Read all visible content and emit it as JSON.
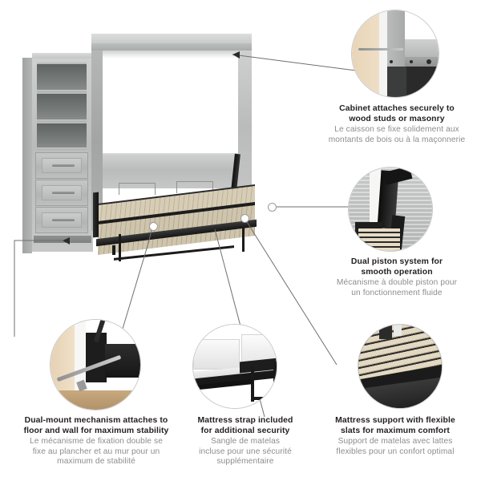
{
  "page": {
    "background_color": "#ffffff",
    "text_color_en": "#231f20",
    "text_color_fr": "#8d8d8d",
    "leader_line_color": "#6f6f6f"
  },
  "product": {
    "name": "murphy-bed-with-storage-tower",
    "finish_color": "#b9bcba",
    "slat_color": "#cfc5ae",
    "hardware_color": "#1a1a1a",
    "tower": {
      "shelves": 3,
      "drawers": 3
    }
  },
  "callouts": [
    {
      "id": "cabinet-attaches",
      "photo": "wall-anchor-screw-photo",
      "en": "Cabinet attaches securely to\nwood studs or masonry",
      "fr": "Le caisson se fixe solidement aux\nmontants de bois ou à la maçonnerie"
    },
    {
      "id": "dual-piston",
      "photo": "dual-piston-mechanism-photo",
      "en": "Dual piston system for\nsmooth operation",
      "fr": "Mécanisme à double piston pour\nun fonctionnement fluide"
    },
    {
      "id": "dual-mount",
      "photo": "dual-mount-bracket-photo",
      "en": "Dual-mount mechanism attaches to\nfloor and wall for maximum stability",
      "fr": "Le mécanisme de fixation double se\nfixe au plancher et au mur pour un\nmaximum de stabilité"
    },
    {
      "id": "mattress-strap",
      "photo": "mattress-strap-photo",
      "en": "Mattress strap included\nfor additional security",
      "fr": "Sangle de matelas\nincluse pour une sécurité\nsupplémentaire"
    },
    {
      "id": "mattress-support",
      "photo": "flexible-slats-photo",
      "en": "Mattress support with flexible\nslats for maximum comfort",
      "fr": "Support de matelas avec lattes\nflexibles pour un confort optimal"
    }
  ]
}
